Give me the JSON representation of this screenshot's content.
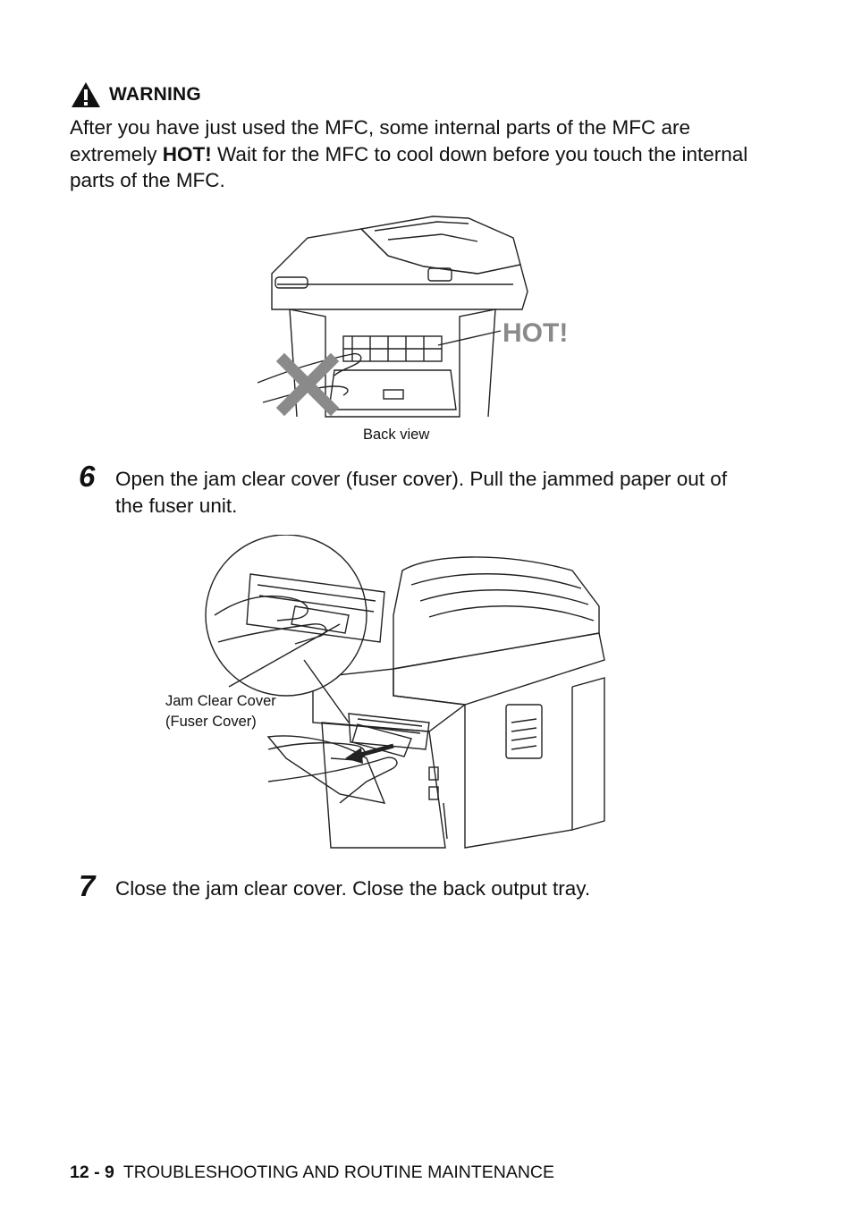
{
  "warning": {
    "icon": "warning-triangle-icon",
    "label": "WARNING",
    "text_before": "After you have just used the MFC, some internal parts of the MFC are extremely ",
    "text_bold": "HOT!",
    "text_after": " Wait for the MFC to cool down before you touch the internal parts of the MFC."
  },
  "figure1": {
    "hot_label": "HOT!",
    "caption": "Back view"
  },
  "step6": {
    "number": "6",
    "text": "Open the jam clear cover (fuser cover). Pull the jammed paper out of the fuser unit."
  },
  "figure2": {
    "callout_line1": "Jam Clear Cover",
    "callout_line2": "(Fuser Cover)"
  },
  "step7": {
    "number": "7",
    "text": "Close the jam clear cover. Close the back output tray."
  },
  "footer": {
    "page": "12 - 9",
    "section": "TROUBLESHOOTING AND ROUTINE MAINTENANCE"
  }
}
